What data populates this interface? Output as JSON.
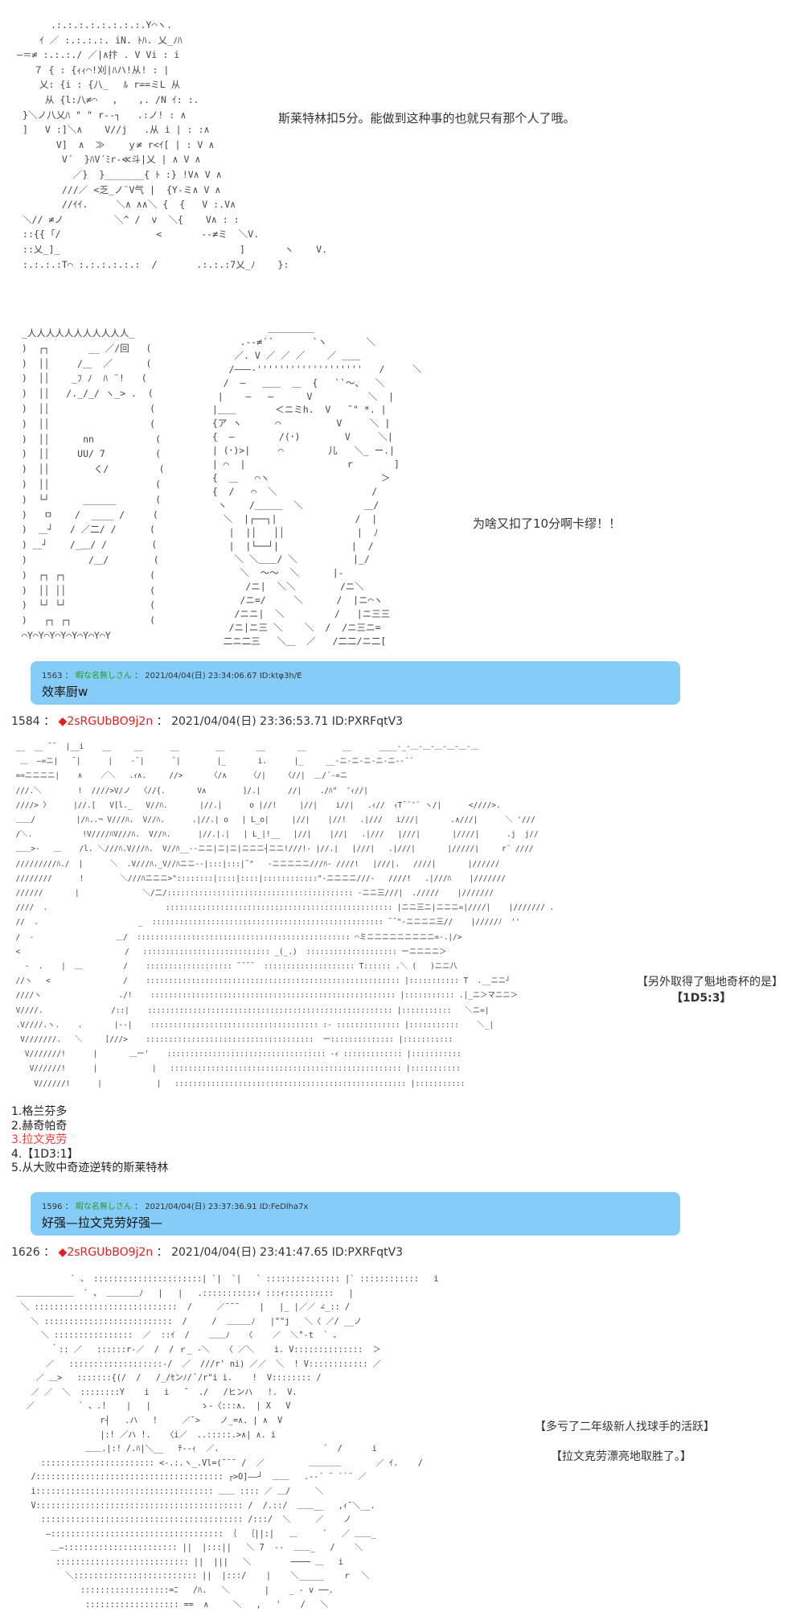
{
  "scene1": {
    "caption": "斯莱特林扣5分。能做到这种事的也就只有那个人了哦。",
    "aa_lines": [
      "       .:.:.:.:.:.:.:.:.Y⌒ヽ.",
      "     ｲ ／ :.:.:.:. iN. ﾄﾊ. 乂_ﾉﾊ",
      " ―＝≠ :.:.:./ ／|∧抃 . V Vi : i",
      "    ７ { : {ｨｨ⌒!刈|ﾊハ!从! : |",
      "     乂: {i : {八_　 ﾙ r==ミL 从",
      "      从 {l:八≠⌒　 ,　  ,. /N ｲ: :.",
      "  }＼ノ八乂ﾊ \" \" r‐‐┐   .:ノ! : ∧",
      "  ]   V :]＼∧    V//j   .从 i | : :∧",
      "        V]  ∧  ≫    ｙ≠ r<ｲ[ | : V ∧",
      "         V´  }ﾊV´ﾐr-≪斗|乂 | ∧ V ∧",
      "           ／}  }_______{ ﾄ :} !V∧ V ∧",
      "         ///／ <乏_ノ¨V气 |  {Y-ミ∧ V ∧",
      "         //ｲｲ.     ＼∧ ∧∧＼ {  {   V :.V∧",
      "  ＼// ≠ノ         ＼^ /  v  ＼{    V∧ : :",
      "  ::{{ ｢/                 <       ‐‐≠ミ  ＼V.",
      "  ::乂_]_                                ]       ヽ    V.",
      "  :.:.:.:T⌒ :.:.:.:.:.:  /       .:.:.:7乂_ﾉ    }:"
    ]
  },
  "scene2": {
    "caption": "为啥又扣了10分啊卡缪！！",
    "poster_lines": [
      " _人人人人人人人人人人人_",
      " )  ┌┐       __ ／/回   (",
      " )  ││     /＿  ／      (",
      " )  ││    _ﾌ ﾉ  ﾊ ¨!   (",
      " )  ││   /._/_/ ヽ_> .  (",
      " )  ││                  (",
      " )  ││                  (",
      " )  ││      nn           (",
      " )  ││     UU/ 7         (",
      " )  ││        く/         (",
      " )  ││                   (",
      " )  └┘      ______       (",
      " )   ㅁ    /  ____ /     (",
      " )  ＿┘   / ／二/ /      (",
      " ) ＿┘    /_＿/ /        (",
      " )           /＿/        (",
      " )  ┌┐ ┌┐               (",
      " )  ││ ││               (",
      " )  └┘ └┘               (",
      " )   ┌┐ ┌┐              (",
      " ⌒Y⌒Y⌒Y⌒Y⌒Y⌒Y⌒Y⌒Y"
    ],
    "face_lines": [
      "            ＿＿＿＿＿",
      "       .-‐≠´´       `ヽ       ＼",
      "      ／. V ／ ／ ／    ／ ＿＿",
      "     /―――-'''''''''''''''''''   /     ＼",
      "    /  ―   ＿＿  ＿  {   ``～、  ＼",
      "   |    ―   ―      V          ＼  |",
      "  |＿＿       ＜ニミh.  V   ˜\" *. |",
      "  {ア ヽ      ⌒          V     ＼ |",
      "  {  ―        /(･)        V     ＼|",
      "  | (･)>|     ⌒        儿   ＼_ ー.|",
      "  | ⌒  |                  ｒ       ]",
      "  {  ＿   ⌒ヽ                    ＞ ",
      "  {  /   ⌒  ＼                 /  ",
      "   ヽ    /＿＿＿  ＼           ＿/",
      "    ＼  |┌──┐|              /  |",
      "     |  |│   ││             |  ﾉ",
      "     |  |└──┘|             |  /",
      "      ＼ ＼＿＿/ ＼          |_/",
      "       ＼  ～～  ＼      |-",
      "        /ニ|  ＼＼        /ニ＼",
      "       /ニ=/     ＼      /  |ニ⌒ヽ",
      "      /ニニ|  ＼         /   |ニ三三",
      "     /ニ|ニ三 ＼    ＼  /  /ニ三ニ=",
      "    二ニ二三   ＼＿  ／   /二二/ニ二["
    ]
  },
  "post_1563": {
    "number": "1563",
    "sep": "：",
    "name": "暇な名無しさん",
    "datetime": "2021/04/04(日) 23:34:06.67",
    "id": "ID:ktφ3h/E",
    "body": "效率厨w"
  },
  "post_1584": {
    "number": "1584",
    "sep": "：",
    "diamond": "◆",
    "trip": "2sRGUbBO9j2n",
    "datetime": "2021/04/04(日) 23:36:53.71",
    "id": "ID:PXRFqtV3"
  },
  "scene3": {
    "caption_line1": "【另外取得了魁地奇杯的是】",
    "caption_line2": "【1D5:3】",
    "aa_lines": [
      " __  __ ¯¯  |__i    __     __      __        __       __       __        __      ____-_‐＿‐＿‐＿‐＿‐＿‐＿",
      "  ＿  ―=ニ|   ¯|      |    -¯|      ¯|        |_       i.      |_     __-ニ‐ニ‐ニ‐ニ‐ニ-‐´´",
      " ==ニニニニ|    ∧    ／＼   .ｨ∧.     //>      〈/∧     〈/|    〈//|  ＿/´-=ニ",
      " ///.＼        !  ////>V/ノ  〈//{.       V∧        ]/.|      //|    ./ﾊ\"  ″ｨ//|",
      " ////> 〉     |//.[   V[l._   V//ﾊ.       |//.|      o |//!     |//|    i//|   .ｨ//  ｨT¯¨″¨ ヽ/|      <////>.",
      " ＿＿/         |/ﾊ..¬ V///ﾊ.  V//ﾊ.      .|//.| o   | L_o|     |//|    |//!   .|///   i///|       .∧///|      ＼ '///",
      " /＼.           !V////ﾊV///ﾊ.  V//ﾊ.      |//.|.|   | L_|!__   |//|    |//|   .|///   |///|       |////|      .j  j//",
      " ＿＿>-   ＿    /l. ＼///ﾊ.V///ﾊ.  V//ﾊ__‐‐ニニ|ニ|ニ|ニニニ┤ニニ!///!- |//.|   |///|   .|///|       |/////|     r¨ ////",
      " /////////ﾊ./  |      ＼  .V///ﾊ._V//ﾊニニ‐‐|:::|:::|¯\"   -ニニニニニ///ﾊ- ////!   |///|.   ////|       |//////",
      " ////////      !        ＼///ﾊニニニ>\"::::::::|::::|::::|::::::::::::\"-ニニニニ///‐   ////!   .|///ﾊ    |///////",
      " //////       |              ＼/二/::::::::::::::::::::::::::::::::::::::::: -ニニ三///|  ./////    |///////",
      " ////  .                          :::::::::::::::::::::::::::::::::::::::::::::::::: |ニニ三ニ|ニニニ=|////|    |/////// .",
      " //  .                      _  ::::::::::::::::::::::::::::::::::::::::::::::::::: ¯¯\"‐ニニニニ三//    |/////ﾉ  ''",
      " /  -                  ＿/  ::::::::::::::::::::::::::::::::::::::::::::::: ⌒ミニニニニニニニニニ=-.|/>",
      " <                       /   :::::::::::::::::::::::::::: _(_.)  :::::::::::::::::::: ーニニニニ＞",
      "   -  .    |  ＿         /    ::::::::::::::::::: ¯¯¯¯  :::::::::::::::::::: T:::::: .＼ (   )ニニ八",
      " //ヽ   <                /    :::::::::::::::::::::::::::::::::::::::::::::::::::::::: |::::::::::: T  .__ニニ┘",
      " ////ヽ                 ./!    :::::::::::::::::::::::::::::::::::::::::::::::::::::: |::::::::::: .|_ニ＞マニニ＞",
      " V////.               /::|    :::::::::::::::::::::::::::::::::::::::::::::::::::::: |:::::::::::   ＼ニ=|",
      " .V////.ヽ.    .       |‐‐|    ::::::::::::::::::::::::::::::::::::: :- :::::::::::::: |:::::::::::    ＼_|",
      "  V///////.   ＼     [///>    :::::::::::::::::::::::::::::::::::::  ー:::::::::::::: |:::::::::::",
      "   V///////!      |       ＿ー'    ::::::::::::::::::::::::::::::::::: -ｨ ::::::::::::: |:::::::::::",
      "    V//////!      |            |   ::::::::::::::::::::::::::::::::::::::::::::::::::: |:::::::::::",
      "     V//////!      |            |   ::::::::::::::::::::::::::::::::::::::::::::::::::: |:::::::::::"
    ]
  },
  "choices": {
    "items": [
      {
        "label": "1.格兰芬多",
        "highlight": false
      },
      {
        "label": "2.赫奇帕奇",
        "highlight": false
      },
      {
        "label": "3.拉文克劳",
        "highlight": true
      },
      {
        "label": "4.【1D3:1】",
        "highlight": false
      },
      {
        "label": "5.从大败中奇迹逆转的斯莱特林",
        "highlight": false
      }
    ]
  },
  "post_1596": {
    "number": "1596",
    "sep": "：",
    "name": "暇な名無しさん",
    "datetime": "2021/04/04(日) 23:37:36.91",
    "id": "ID:FeDlha7x",
    "body": "好强—拉文克劳好强—"
  },
  "post_1626": {
    "number": "1626",
    "sep": "：",
    "diamond": "◆",
    "trip": "2sRGUbBO9j2n",
    "datetime": "2021/04/04(日) 23:41:47.65",
    "id": "ID:PXRFqtV3"
  },
  "scene4": {
    "caption_line1": "【多亏了二年级新人找球手的活跃】",
    "caption_line2": "【拉文克劳漂亮地取胜了。】",
    "aa_lines": [
      "            ` 、 ::::::::::::::::::::::| `|  `|   ` ::::::::::::::: |` ::::::::::::   i",
      " ＿＿＿＿＿＿＿  ` 、 ＿＿＿＿ﾉ   |   |   .:::::::::::ｨ :::ｨ::::::::::   |",
      "  ＼ :::::::::::::::::::::::::::::  /     ／¯¯¯    |   |_ |／／ ∠_:: /",
      "    ＼ ::::::::::::::::::::::::::  /     /  ＿＿＿ﾉ   |\"\"j   ＼〈 ／/ __ノ",
      "      ＼ ::::::::::::::::  ／  ::ｲ  /    ＿＿ﾉ   〈    ／  ＼\"‐t  ` 、",
      "        ｀:: ／   ::::::r‐／  /  / ｒ_ ‐＼   〈 ／＼    i. V::::::::::::::  ＞",
      "       ／   :::::::::::::::::::‐/  ／  ///r' ni) ／／  ＼  ! V:::::::::::: ／",
      "     ／ ＿>   :::::::{(/  /   /_/ｾンﾉ/ ﾞ/r\"i i.    !  V:::::::: /",
      "    ／ ／  ＼  ::::::::Y    i   i   ¯  ./   /ヒンハ   !.  V.",
      "   ／         ` 、.!    |   |          ゝ‐〈:::∧.  | X   V",
      "                  r┤   .ハ   !     ／¯>    ノ_=∧. | ∧  V",
      "                  |:! ／ハ !.   〈i／  ..:::::.>∧| ∧. i",
      "               ＿＿.|:! /.ﾊ|＼__   ﾁ‐‐ｨ  ／.                     ´  /      i",
      "      ::::::::::::::::::::::: <-.:.ヽ_.Vl=(¯¯¯ /  ／         ＿＿＿＿       ／ ｲ.    /",
      "    /:::::::::::::::::::::::::::::::::::::: ┌>O]――┘  ＿＿   .-‐´ ¨ ``¨ ／",
      "    i:::::::::::::::::::::::::::::::::::: ＿＿ :::: ／ ＿/     ＼",
      "    V:::::::::::::::::::::::::::::::::::::::::: /  /.::/  ＿＿__   ,ｨ¯＼__.",
      "      ::::::::::::::::::::::::::::::::::::::::: /:::/  ＼     ／    ノ",
      "       ―::::::::::::::::::::::::::::::::::: ｛  ｛||:|   ＿     ´   ／ ＿＿_",
      "        ＿―::::::::::::::::::::::: ||  |:::||   ＼ 7  ‐‐  ＿＿_   /    ＼",
      "         ::::::::::::::::::::::::::: ||  |||   ＼        ──── ＿   i",
      "           ＼::::::::::::::::::::::::: ||  |:::/    |    ＼_____    ｒ  ＼",
      "              ::::::::::::::::::=ﾆ   /ﾊ.   ＼       |    _ - v ──.",
      "               ::::::::::::::::::: ==  ∧     ＼   ,   '    /   ＼"
    ]
  }
}
